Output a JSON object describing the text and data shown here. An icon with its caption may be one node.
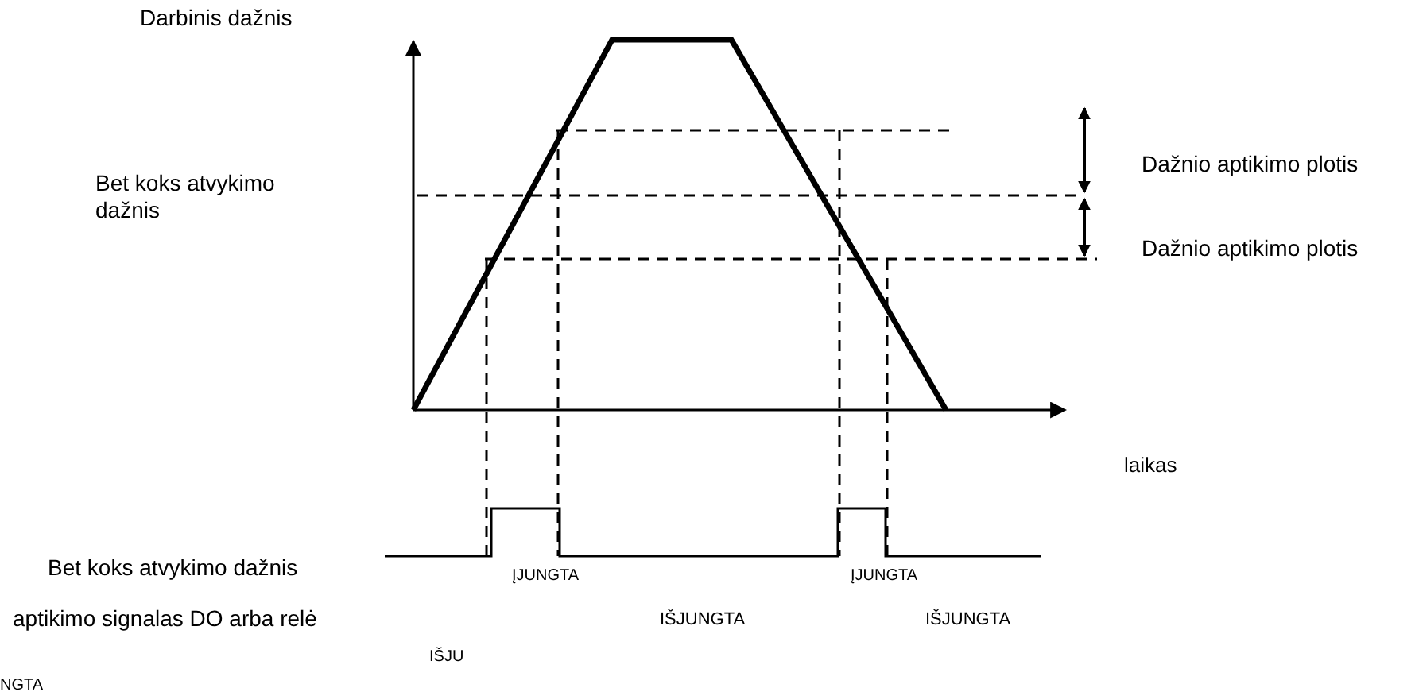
{
  "diagram": {
    "labels": [
      "Darbinis dažnis",
      "Dažnio aptikimo plotis",
      "Bet koks atvykimo dažnis",
      "Dažnio aptikimo plotis",
      "laikas",
      "Bet koks atvykimo dažnis",
      "ĮJUNGTA",
      "ĮJUNGTA",
      "aptikimo signalas DO arba relė",
      "IŠJUNGTA",
      "IŠJUNGTA",
      "IŠJU",
      "NGTA"
    ]
  }
}
